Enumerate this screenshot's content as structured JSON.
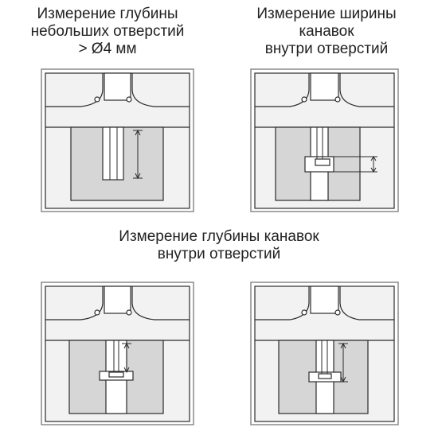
{
  "captions": {
    "small_holes": [
      "Измерение глубины",
      "небольших отверстий",
      "> Ø4 мм"
    ],
    "groove_width": [
      "Измерение ширины",
      "канавок",
      "внутри отверстий"
    ],
    "groove_depth": [
      "Измерение глубины канавок",
      "внутри отверстий"
    ]
  },
  "colors": {
    "line": "#2b2b2b",
    "fill_light": "#f2f2f2",
    "fill_workpiece": "#d6d6d6",
    "frame": "#8a8a8a"
  }
}
